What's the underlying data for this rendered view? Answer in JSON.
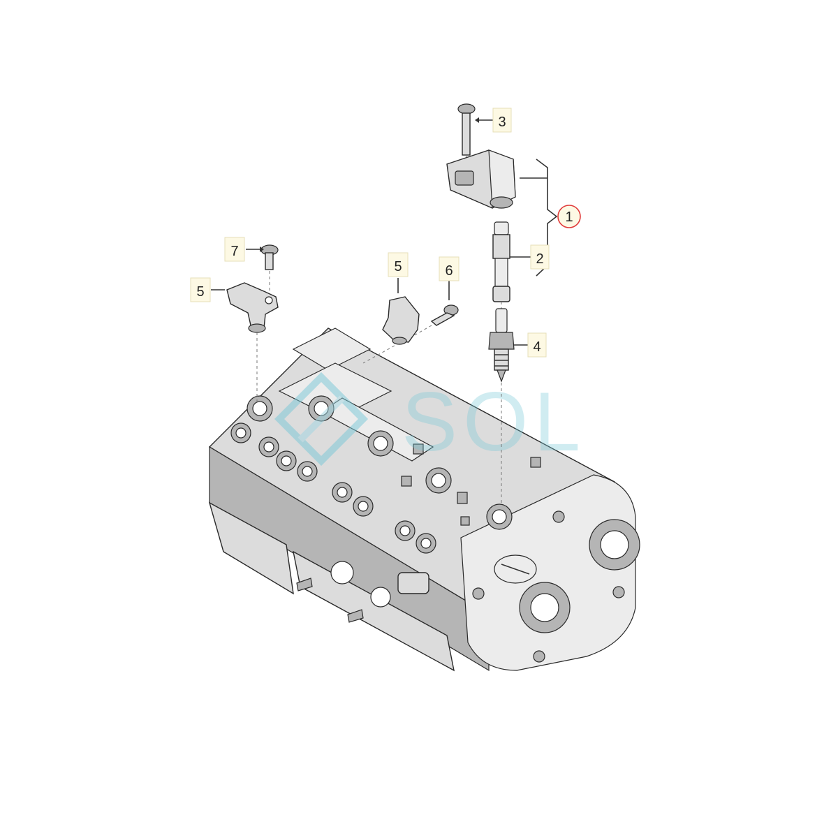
{
  "callouts": {
    "c1": "1",
    "c2": "2",
    "c3": "3",
    "c4": "4",
    "c5a": "5",
    "c5b": "5",
    "c6": "6",
    "c7": "7"
  },
  "watermark": {
    "text": "SOL"
  },
  "colors": {
    "callout_fill": "#fdf9e4",
    "highlight_circle": "#e03a3a",
    "watermark": "#78c8d7",
    "part_fill": "#dcdcdc"
  }
}
